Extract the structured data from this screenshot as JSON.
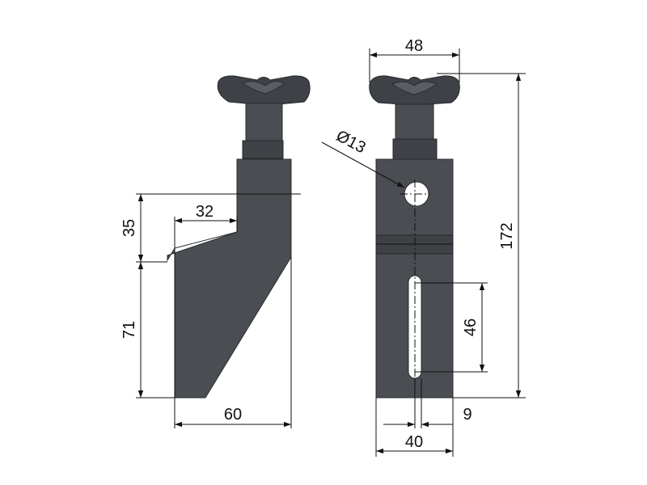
{
  "drawing": {
    "dimensions": {
      "side_width": "60",
      "side_offset": "32",
      "side_upper_height": "35",
      "side_lower_height": "71",
      "front_knob_width": "48",
      "front_total_height": "172",
      "hole_diameter": "Ø13",
      "slot_length": "46",
      "slot_offset": "9",
      "front_width": "40"
    },
    "colors": {
      "body": "#4a4d52",
      "outline": "#2a2c30",
      "dimension": "#111111"
    }
  }
}
